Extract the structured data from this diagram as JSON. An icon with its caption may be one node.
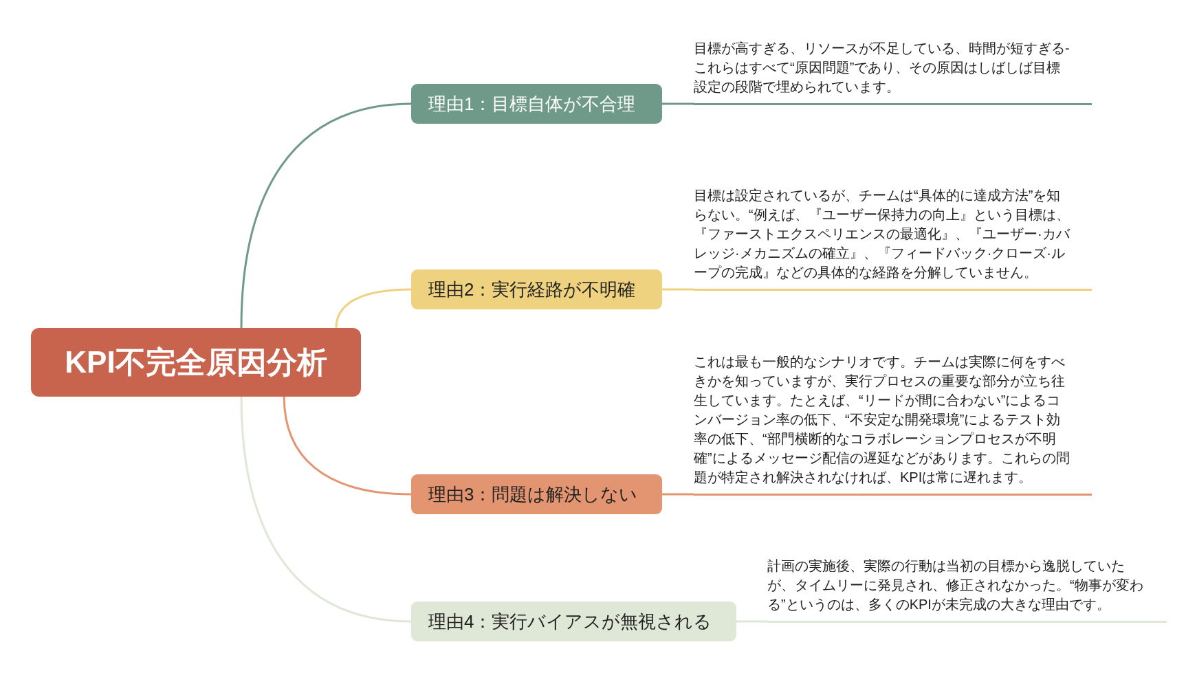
{
  "diagram": {
    "nodes": [
      {
        "text": [
          "KPI不完全原因分析"
        ]
      },
      {
        "text": [
          "理由1：目標自体が不合理"
        ]
      },
      {
        "text": [
          "目標が高すぎる、リソースが不足している、時間が短すぎる-これらはすべて“原因問題”であり、その原因はしばしば目標設定の段階で埋められています。"
        ]
      },
      {
        "text": [
          "理由2：実行経路が不明確"
        ]
      },
      {
        "text": [
          "目標は設定されているが、チームは“具体的に達成方法”を知らない。“例えば、『ユーザー保持力の向上』という目標は、『ファーストエクスペリエンスの最適化』、『ユーザー·カバレッジ·メカニズムの確立』、『フィードバック·クローズ·ループの完成』などの具体的な経路を分解していません。"
        ]
      },
      {
        "text": [
          "理由3：問題は解決しない"
        ]
      },
      {
        "text": [
          "これは最も一般的なシナリオです。チームは実際に何をすべきかを知っていますが、実行プロセスの重要な部分が立ち往生しています。たとえば、“リードが間に合わない”によるコンバージョン率の低下、“不安定な開発環境”によるテスト効率の低下、“部門横断的なコラボレーションプロセスが不明確”によるメッセージ配信の遅延などがあります。これらの問題が特定され解決されなければ、KPIは常に遅れます。"
        ]
      },
      {
        "text": [
          "理由4：実行バイアスが無視される"
        ]
      },
      {
        "text": [
          "計画の実施後、実際の行動は当初の目標から逸脱していたが、タイムリーに発見され、修正されなかった。“物事が変わる”というのは、多くのKPIが未完成の大きな理由です。"
        ]
      }
    ],
    "edges": [
      {
        "from": 0,
        "to": 1,
        "arrow": "none",
        "color": "#6f9a8a"
      },
      {
        "from": 1,
        "to": 2,
        "arrow": "none",
        "color": "#6f9a8a"
      },
      {
        "from": 0,
        "to": 3,
        "arrow": "none",
        "color": "#eed27f"
      },
      {
        "from": 3,
        "to": 4,
        "arrow": "none",
        "color": "#eed27f"
      },
      {
        "from": 0,
        "to": 5,
        "arrow": "none",
        "color": "#e39470"
      },
      {
        "from": 5,
        "to": 6,
        "arrow": "none",
        "color": "#e39470"
      },
      {
        "from": 0,
        "to": 7,
        "arrow": "none",
        "color": "#dfe7d6"
      },
      {
        "from": 7,
        "to": 8,
        "arrow": "none",
        "color": "#dfe7d6"
      }
    ]
  }
}
